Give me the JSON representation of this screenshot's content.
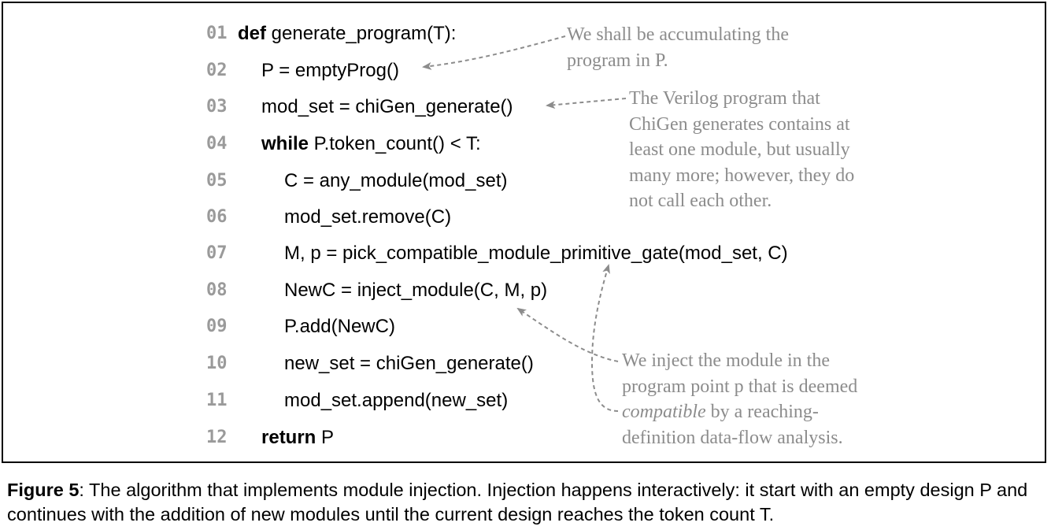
{
  "code": {
    "lines": [
      {
        "num": "01",
        "kw": "def",
        "rest": " generate_program(T):"
      },
      {
        "num": "02",
        "kw": "",
        "rest": "P = emptyProg()"
      },
      {
        "num": "03",
        "kw": "",
        "rest": "mod_set = chiGen_generate()"
      },
      {
        "num": "04",
        "kw": "while",
        "rest": " P.token_count() < T:"
      },
      {
        "num": "05",
        "kw": "",
        "rest": "C = any_module(mod_set)"
      },
      {
        "num": "06",
        "kw": "",
        "rest": "mod_set.remove(C)"
      },
      {
        "num": "07",
        "kw": "",
        "rest": "M, p = pick_compatible_module_primitive_gate(mod_set, C)"
      },
      {
        "num": "08",
        "kw": "",
        "rest": "NewC = inject_module(C, M, p)"
      },
      {
        "num": "09",
        "kw": "",
        "rest": "P.add(NewC)"
      },
      {
        "num": "10",
        "kw": "",
        "rest": "new_set = chiGen_generate()"
      },
      {
        "num": "11",
        "kw": "",
        "rest": "mod_set.append(new_set)"
      },
      {
        "num": "12",
        "kw": "return",
        "rest": " P"
      }
    ]
  },
  "annotations": {
    "accumulate": {
      "line1": "We shall be accumulating the",
      "line2": "program in P."
    },
    "verilog": {
      "line1": "The Verilog program that",
      "line2": "ChiGen generates contains at",
      "line3": "least one module, but usually",
      "line4": "many more; however, they do",
      "line5": "not call each other."
    },
    "inject": {
      "line1": "We inject the module in the",
      "line2": "program point p that is deemed",
      "line3_italic": "compatible",
      "line3_rest": " by a reaching-",
      "line4": "definition data-flow analysis."
    }
  },
  "caption": {
    "label": "Figure 5",
    "text": ": The algorithm that implements module injection. Injection happens interactively: it start with an empty design P and continues with the addition of new modules until the current design reaches the token count T."
  }
}
